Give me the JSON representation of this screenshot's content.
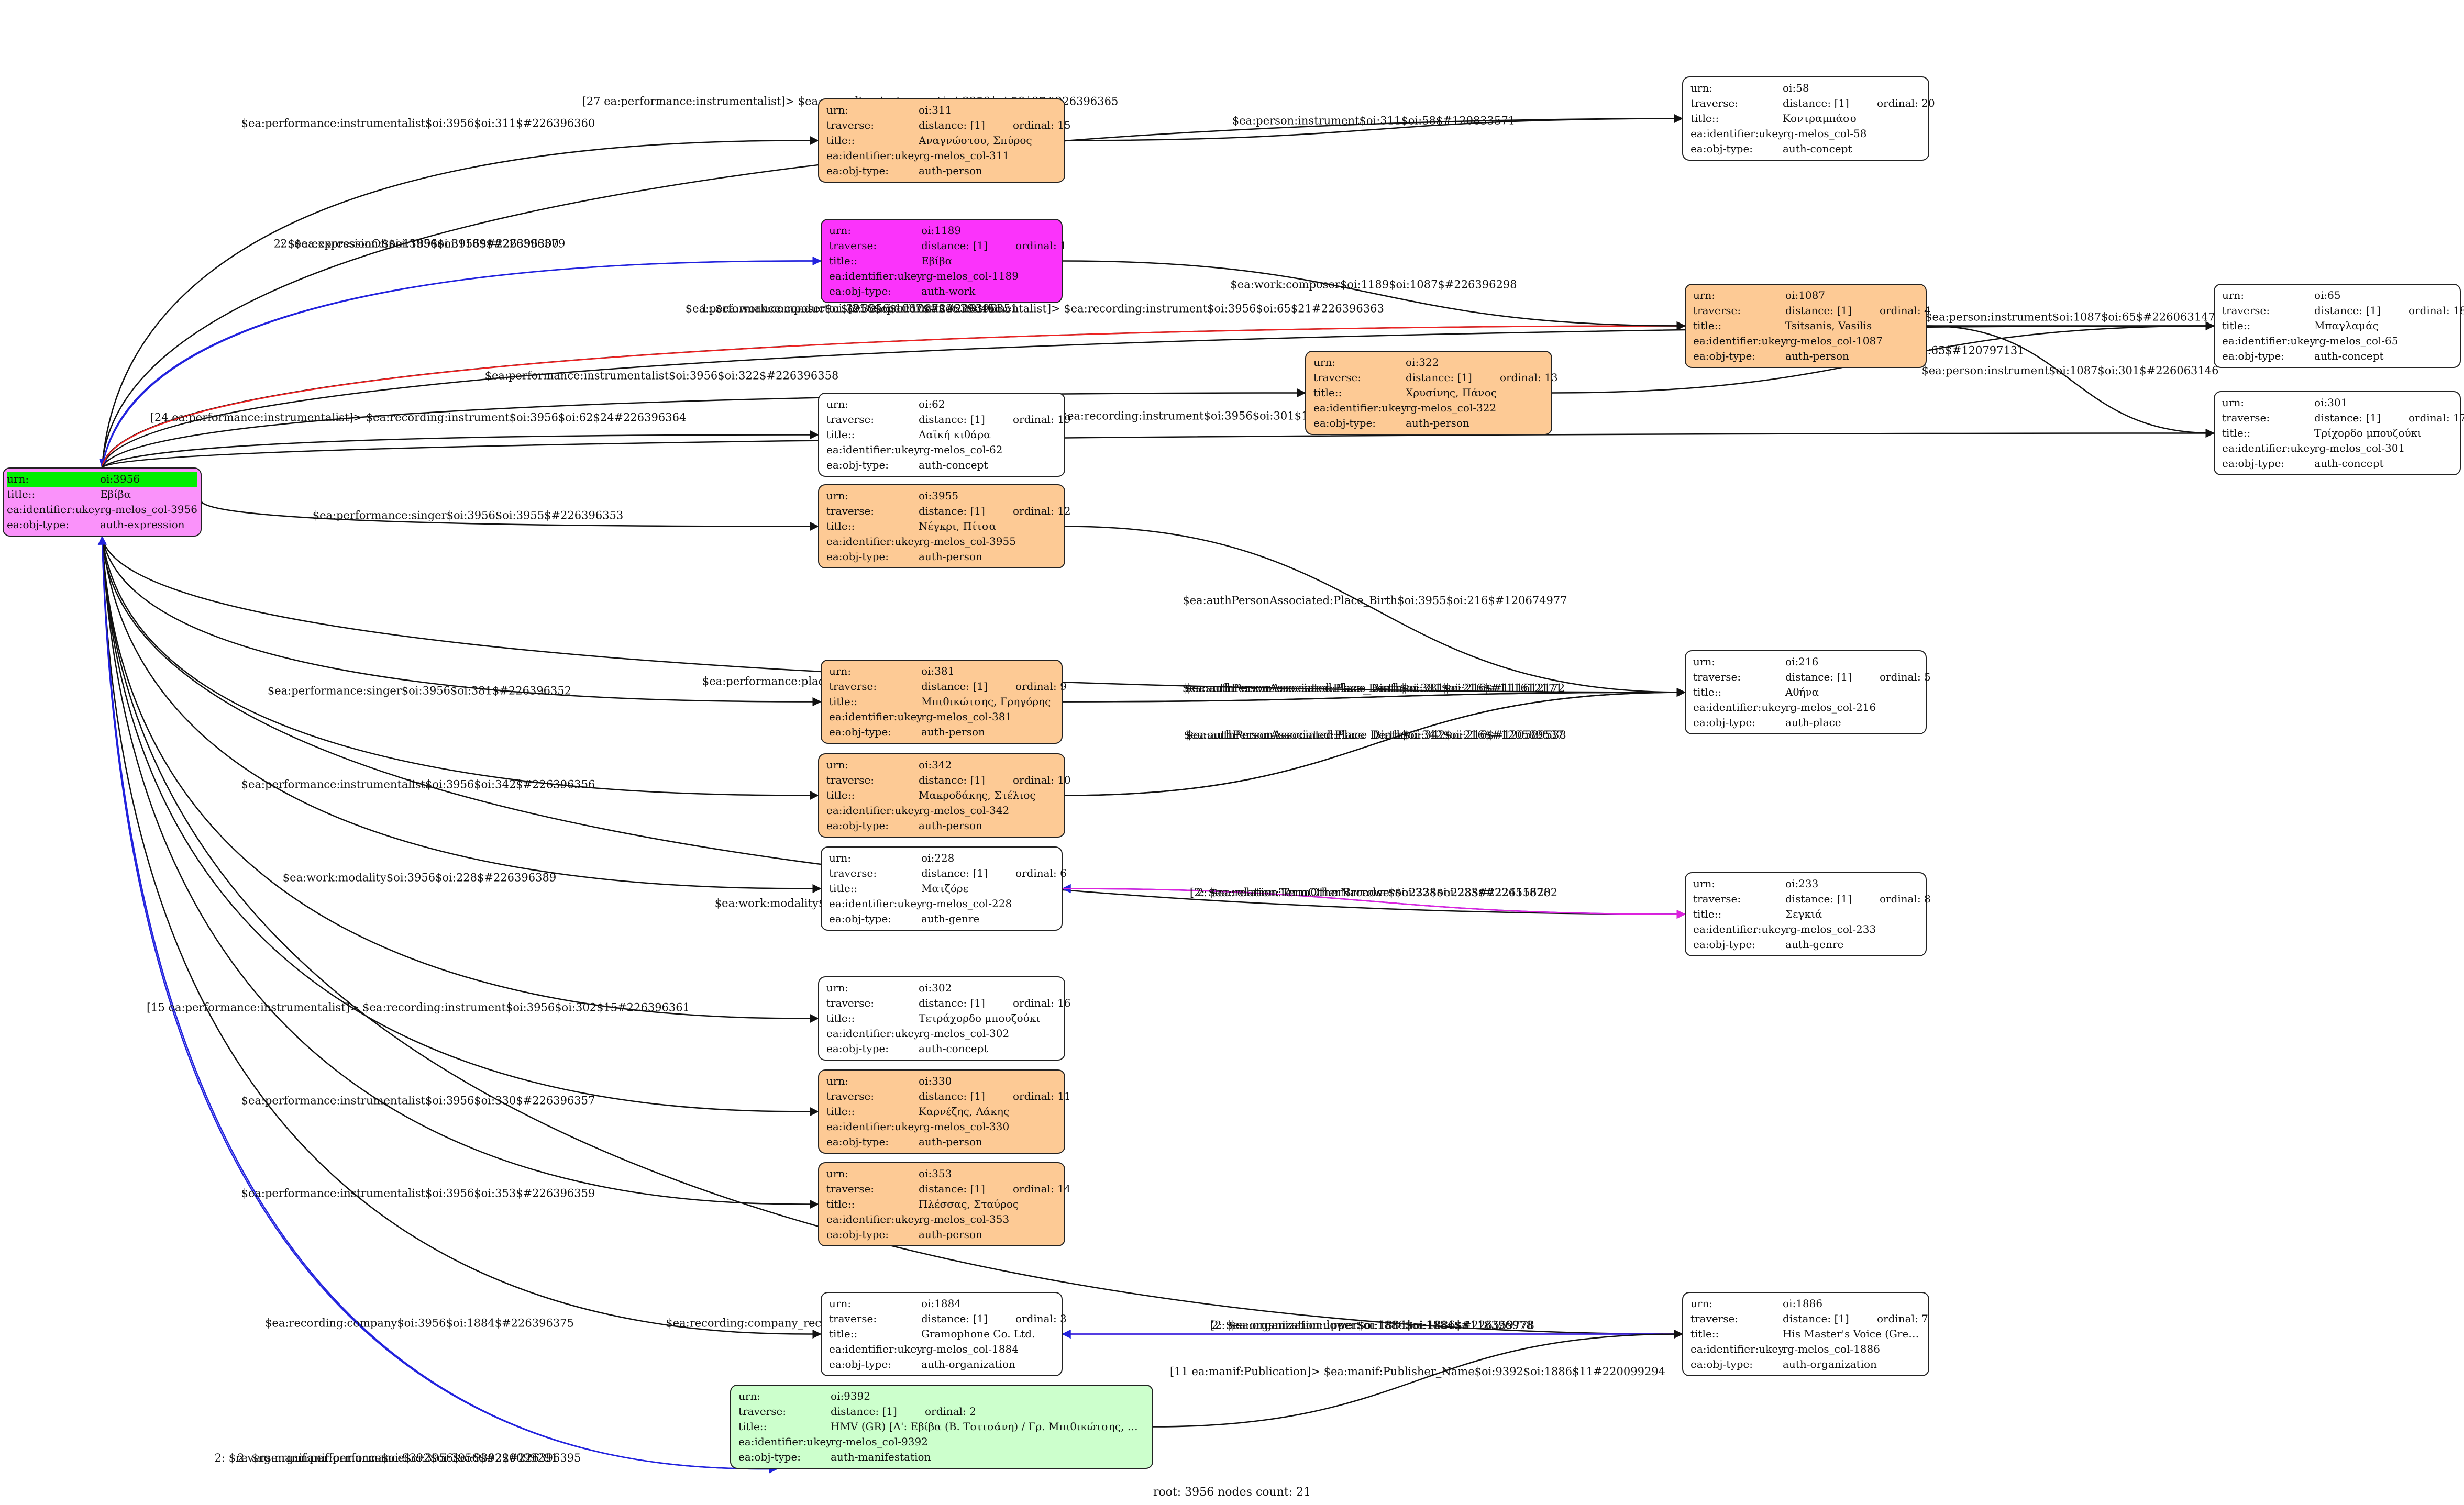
{
  "footer": "root: 3956 nodes count: 21",
  "colors": {
    "orange": "#fdca95",
    "magenta": "#fb33fb",
    "white": "#ffffff",
    "green": "#ccffcc",
    "root": "#fa92fa",
    "urn_highlight": "#00ee00",
    "blue_edge": "#2222dd",
    "red_edge": "#ee2222",
    "pink_edge": "#dd22dd",
    "black_edge": "#111111"
  },
  "keys": {
    "urn": "urn:",
    "traverse": "traverse:",
    "title": "title::",
    "ukey": "ea:identifier:ukey",
    "type": "ea:obj-type:"
  },
  "nodes": {
    "n3956": {
      "urn": "oi:3956",
      "title": "Εβίβα",
      "ukey": "rg-melos_col-3956",
      "type": "auth-expression"
    },
    "n311": {
      "urn": "oi:311",
      "distance": "distance: [1]",
      "ordinal": "ordinal: 15",
      "title": "Αναγνώστου, Σπύρος",
      "ukey": "rg-melos_col-311",
      "type": "auth-person"
    },
    "n1189": {
      "urn": "oi:1189",
      "distance": "distance: [1]",
      "ordinal": "ordinal: 1",
      "title": "Εβίβα",
      "ukey": "rg-melos_col-1189",
      "type": "auth-work"
    },
    "n62": {
      "urn": "oi:62",
      "distance": "distance: [1]",
      "ordinal": "ordinal: 19",
      "title": "Λαϊκή κιθάρα",
      "ukey": "rg-melos_col-62",
      "type": "auth-concept"
    },
    "n3955": {
      "urn": "oi:3955",
      "distance": "distance: [1]",
      "ordinal": "ordinal: 12",
      "title": "Νέγκρι, Πίτσα",
      "ukey": "rg-melos_col-3955",
      "type": "auth-person"
    },
    "n381": {
      "urn": "oi:381",
      "distance": "distance: [1]",
      "ordinal": "ordinal: 9",
      "title": "Μπιθικώτσης, Γρηγόρης",
      "ukey": "rg-melos_col-381",
      "type": "auth-person"
    },
    "n342": {
      "urn": "oi:342",
      "distance": "distance: [1]",
      "ordinal": "ordinal: 10",
      "title": "Μακροδάκης, Στέλιος",
      "ukey": "rg-melos_col-342",
      "type": "auth-person"
    },
    "n228": {
      "urn": "oi:228",
      "distance": "distance: [1]",
      "ordinal": "ordinal: 6",
      "title": "Ματζόρε",
      "ukey": "rg-melos_col-228",
      "type": "auth-genre"
    },
    "n302": {
      "urn": "oi:302",
      "distance": "distance: [1]",
      "ordinal": "ordinal: 16",
      "title": "Τετράχορδο μπουζούκι",
      "ukey": "rg-melos_col-302",
      "type": "auth-concept"
    },
    "n330": {
      "urn": "oi:330",
      "distance": "distance: [1]",
      "ordinal": "ordinal: 11",
      "title": "Καρνέζης, Λάκης",
      "ukey": "rg-melos_col-330",
      "type": "auth-person"
    },
    "n353": {
      "urn": "oi:353",
      "distance": "distance: [1]",
      "ordinal": "ordinal: 14",
      "title": "Πλέσσας, Σταύρος",
      "ukey": "rg-melos_col-353",
      "type": "auth-person"
    },
    "n1884": {
      "urn": "oi:1884",
      "distance": "distance: [1]",
      "ordinal": "ordinal: 3",
      "title": "Gramophone Co. Ltd.",
      "ukey": "rg-melos_col-1884",
      "type": "auth-organization"
    },
    "n9392": {
      "urn": "oi:9392",
      "distance": "distance: [1]",
      "ordinal": "ordinal: 2",
      "title": "HMV (GR) [Α': Εβίβα (Β. Τσιτσάνη) / Γρ. Μπιθικώτσης, Π. Νέ...",
      "ukey": "rg-melos_col-9392",
      "type": "auth-manifestation"
    },
    "n322": {
      "urn": "oi:322",
      "distance": "distance: [1]",
      "ordinal": "ordinal: 13",
      "title": "Χρυσίνης, Πάνος",
      "ukey": "rg-melos_col-322",
      "type": "auth-person"
    },
    "n1087": {
      "urn": "oi:1087",
      "distance": "distance: [1]",
      "ordinal": "ordinal: 4",
      "title": "Tsitsanis, Vasilis",
      "ukey": "rg-melos_col-1087",
      "type": "auth-person"
    },
    "n58": {
      "urn": "oi:58",
      "distance": "distance: [1]",
      "ordinal": "ordinal: 20",
      "title": "Κοντραμπάσο",
      "ukey": "rg-melos_col-58",
      "type": "auth-concept"
    },
    "n216": {
      "urn": "oi:216",
      "distance": "distance: [1]",
      "ordinal": "ordinal: 5",
      "title": "Αθήνα",
      "ukey": "rg-melos_col-216",
      "type": "auth-place"
    },
    "n233": {
      "urn": "oi:233",
      "distance": "distance: [1]",
      "ordinal": "ordinal: 8",
      "title": "Σεγκιά",
      "ukey": "rg-melos_col-233",
      "type": "auth-genre"
    },
    "n1886": {
      "urn": "oi:1886",
      "distance": "distance: [1]",
      "ordinal": "ordinal: 7",
      "title": "His Master's Voice (Greece)",
      "ukey": "rg-melos_col-1886",
      "type": "auth-organization"
    },
    "n65": {
      "urn": "oi:65",
      "distance": "distance: [1]",
      "ordinal": "ordinal: 18",
      "title": "Μπαγλαμάς",
      "ukey": "rg-melos_col-65",
      "type": "auth-concept"
    },
    "n301": {
      "urn": "oi:301",
      "distance": "distance: [1]",
      "ordinal": "ordinal: 17",
      "title": "Τρίχορδο μπουζούκι",
      "ukey": "rg-melos_col-301",
      "type": "auth-concept"
    }
  },
  "edges": [
    {
      "from": "n3956",
      "to": "n58",
      "color": "black_edge",
      "label": "[27 ea:performance:instrumentalist]> $ea:recording:instrument$oi:3956$oi:58$27#226396365"
    },
    {
      "from": "n3956",
      "to": "n311",
      "color": "black_edge",
      "label": "$ea:performance:instrumentalist$oi:3956$oi:311$#226396360"
    },
    {
      "from": "n3956",
      "to": "n65",
      "color": "black_edge",
      "label": "[21 ea:performance:instrumentalist]> $ea:recording:instrument$oi:3956$oi:65$21#226396363"
    },
    {
      "from": "n3956",
      "to": "n1189",
      "color": "blue_edge",
      "label": "2: $ea:expressionOf:$oi:3956$oi:1189$#226396379"
    },
    {
      "from": "n1189",
      "to": "n3956",
      "color": "blue_edge",
      "label": "2: $ea:expression:$oi:1189$oi:3956$#226396300"
    },
    {
      "from": "n3956",
      "to": "n1087",
      "color": "black_edge",
      "label": "$ea:performance:conductor$oi:3956$oi:1087$#226396351"
    },
    {
      "from": "n3956",
      "to": "n1087",
      "color": "red_edge",
      "label": "1: $ea:work:composer$oi:3956$oi:1087$#226396451"
    },
    {
      "from": "n3956",
      "to": "n322",
      "color": "black_edge",
      "label": "$ea:performance:instrumentalist$oi:3956$oi:322$#226396358"
    },
    {
      "from": "n3956",
      "to": "n301",
      "color": "black_edge",
      "label": "[18 ea:performance:instrumentalist]> $ea:recording:instrument$oi:3956$oi:301$18#226396362"
    },
    {
      "from": "n3956",
      "to": "n62",
      "color": "black_edge",
      "label": "[24 ea:performance:instrumentalist]> $ea:recording:instrument$oi:3956$oi:62$24#226396364"
    },
    {
      "from": "n3956",
      "to": "n3955",
      "color": "black_edge",
      "label": "$ea:performance:singer$oi:3956$oi:3955$#226396353"
    },
    {
      "from": "n3956",
      "to": "n216",
      "color": "black_edge",
      "label": "$ea:performance:place$oi:3956$oi:216$#226396349"
    },
    {
      "from": "n3956",
      "to": "n381",
      "color": "black_edge",
      "label": "$ea:performance:singer$oi:3956$oi:381$#226396352"
    },
    {
      "from": "n3956",
      "to": "n342",
      "color": "black_edge",
      "label": "$ea:performance:instrumentalist$oi:3956$oi:342$#226396356"
    },
    {
      "from": "n3956",
      "to": "n228",
      "color": "black_edge",
      "label": "$ea:work:modality$oi:3956$oi:228$#226396389"
    },
    {
      "from": "n3956",
      "to": "n233",
      "color": "black_edge",
      "label": "$ea:work:modality$oi:3956$oi:233$#226396390"
    },
    {
      "from": "n3956",
      "to": "n302",
      "color": "black_edge",
      "label": "[15 ea:performance:instrumentalist]> $ea:recording:instrument$oi:3956$oi:302$15#226396361"
    },
    {
      "from": "n3956",
      "to": "n330",
      "color": "black_edge",
      "label": "$ea:performance:instrumentalist$oi:3956$oi:330$#226396357"
    },
    {
      "from": "n3956",
      "to": "n353",
      "color": "black_edge",
      "label": "$ea:performance:instrumentalist$oi:3956$oi:353$#226396359"
    },
    {
      "from": "n3956",
      "to": "n1886",
      "color": "black_edge",
      "label": "$ea:recording:company_recording$oi:3956$oi:1886$#226396376"
    },
    {
      "from": "n3956",
      "to": "n1884",
      "color": "black_edge",
      "label": "$ea:recording:company$oi:3956$oi:1884$#226396375"
    },
    {
      "from": "n9392",
      "to": "n3956",
      "color": "blue_edge",
      "label": "2: $rg:manif:performance$oi:9392$oi:3956$#220099291"
    },
    {
      "from": "n3956",
      "to": "n9392",
      "color": "blue_edge",
      "label": "2: $reverse:rg:manif:performance$oi:3956$oi:9392$#226396395"
    },
    {
      "from": "n311",
      "to": "n58",
      "color": "black_edge",
      "label": "$ea:person:instrument$oi:311$oi:58$#120833571"
    },
    {
      "from": "n1189",
      "to": "n1087",
      "color": "black_edge",
      "label": "$ea:work:composer$oi:1189$oi:1087$#226396298"
    },
    {
      "from": "n1087",
      "to": "n65",
      "color": "black_edge",
      "label": "$ea:person:instrument$oi:1087$oi:65$#226063147"
    },
    {
      "from": "n1087",
      "to": "n301",
      "color": "black_edge",
      "label": "$ea:person:instrument$oi:1087$oi:301$#226063146"
    },
    {
      "from": "n322",
      "to": "n65",
      "color": "black_edge",
      "label": "$ea:person:instrument$oi:322$oi:65$#120797131"
    },
    {
      "from": "n3955",
      "to": "n216",
      "color": "black_edge",
      "label": "$ea:authPersonAssociated:Place_Birth$oi:3955$oi:216$#120674977"
    },
    {
      "from": "n381",
      "to": "n216",
      "color": "black_edge",
      "label": "$ea:authPersonAssociated:Place_Birth$oi:381$oi:216$#111612171"
    },
    {
      "from": "n381",
      "to": "n216",
      "color": "black_edge",
      "label": "$ea:authPersonAssociated:Place_Death$oi:381$oi:216$#111612172"
    },
    {
      "from": "n342",
      "to": "n216",
      "color": "black_edge",
      "label": "$ea:authPersonAssociated:Place_Death$oi:342$oi:216$#120589538"
    },
    {
      "from": "n342",
      "to": "n216",
      "color": "black_edge",
      "label": "$ea:authPersonAssociated:Place_Birth$oi:342$oi:216$#120589537"
    },
    {
      "from": "n233",
      "to": "n228",
      "color": "blue_edge",
      "label": "2: $ea:relation:TermOtherBroader$oi:233$oi:228$#222415620"
    },
    {
      "from": "n228",
      "to": "n233",
      "color": "pink_edge",
      "label": "[2: $ea:relation:TermOtherNarrower$oi:228$oi:233$#226518782"
    },
    {
      "from": "n1884",
      "to": "n1886",
      "color": "pink_edge",
      "label": "[2: $ea:organization:lower$oi:1884$oi:1886$#226559778"
    },
    {
      "from": "n1886",
      "to": "n1884",
      "color": "blue_edge",
      "label": "2: $ea:organization:upper$oi:1886$oi:1884$#118396978"
    },
    {
      "from": "n9392",
      "to": "n1886",
      "color": "black_edge",
      "label": "[11 ea:manif:Publication]> $ea:manif:Publisher_Name$oi:9392$oi:1886$11#220099294"
    }
  ]
}
